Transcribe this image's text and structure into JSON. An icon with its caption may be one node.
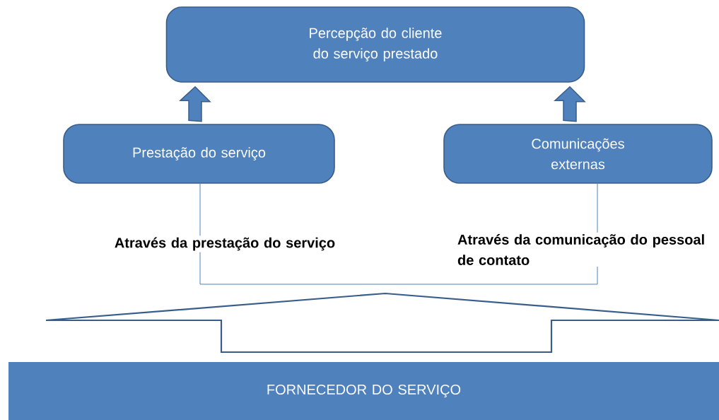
{
  "diagram": {
    "nodes": [
      {
        "text": [
          "Percepção do cliente do serviço prestado"
        ]
      },
      {
        "text": [
          "Prestação do serviço"
        ]
      },
      {
        "text": [
          "Comunicações externas"
        ]
      },
      {
        "text": [
          "Através da prestação do serviço"
        ]
      },
      {
        "text": [
          "Através da comunicação do pessoal de contato"
        ]
      },
      {
        "text": [
          "FORNECEDOR DO SERVIÇO"
        ]
      }
    ],
    "edges": [
      {
        "from": 1,
        "to": 0,
        "arrow": "to",
        "style": "thick"
      },
      {
        "from": 2,
        "to": 0,
        "arrow": "to",
        "style": "thick"
      },
      {
        "from": 1,
        "to": 3,
        "arrow": "none"
      },
      {
        "from": 3,
        "to": 4,
        "arrow": "none"
      },
      {
        "from": 4,
        "to": 2,
        "arrow": "none"
      }
    ]
  }
}
